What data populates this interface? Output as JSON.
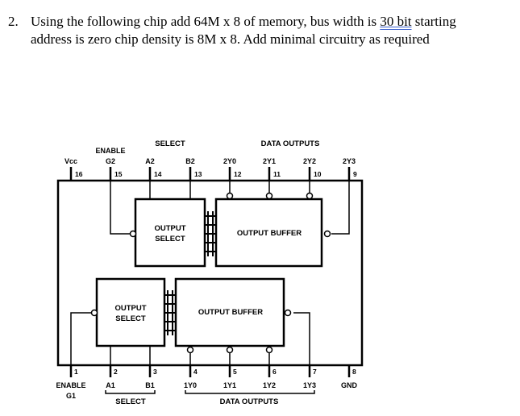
{
  "question": {
    "number": "2.",
    "line1_pre": "Using the following chip add 64M x 8 of memory, bus width is ",
    "line1_underlined": "30 bit",
    "line1_post": " starting",
    "line2": "address is zero chip density is 8M x 8.  Add minimal circuitry as required"
  },
  "diagram": {
    "top_group_select": "SELECT",
    "top_group_data_outputs": "DATA OUTPUTS",
    "top_enable": "ENABLE",
    "top_pins": [
      {
        "name": "Vcc",
        "num": "16"
      },
      {
        "name": "G2",
        "num": "15"
      },
      {
        "name": "A2",
        "num": "14"
      },
      {
        "name": "B2",
        "num": "13"
      },
      {
        "name": "2Y0",
        "num": "12"
      },
      {
        "name": "2Y1",
        "num": "11"
      },
      {
        "name": "2Y2",
        "num": "10"
      },
      {
        "name": "2Y3",
        "num": "9"
      }
    ],
    "bottom_pins": [
      {
        "name": "ENABLE",
        "name2": "G1",
        "num": "1"
      },
      {
        "name": "A1",
        "num": "2"
      },
      {
        "name": "B1",
        "num": "3"
      },
      {
        "name": "1Y0",
        "num": "4"
      },
      {
        "name": "1Y1",
        "num": "5"
      },
      {
        "name": "1Y2",
        "num": "6"
      },
      {
        "name": "1Y3",
        "num": "7"
      },
      {
        "name": "GND",
        "num": "8"
      }
    ],
    "bottom_group_select": "SELECT",
    "bottom_group_data_outputs": "DATA OUTPUTS",
    "blocks": {
      "top_output_select": [
        "OUTPUT",
        "SELECT"
      ],
      "top_output_buffer": "OUTPUT BUFFER",
      "bottom_output_select": [
        "OUTPUT",
        "SELECT"
      ],
      "bottom_output_buffer": "OUTPUT BUFFER"
    }
  }
}
